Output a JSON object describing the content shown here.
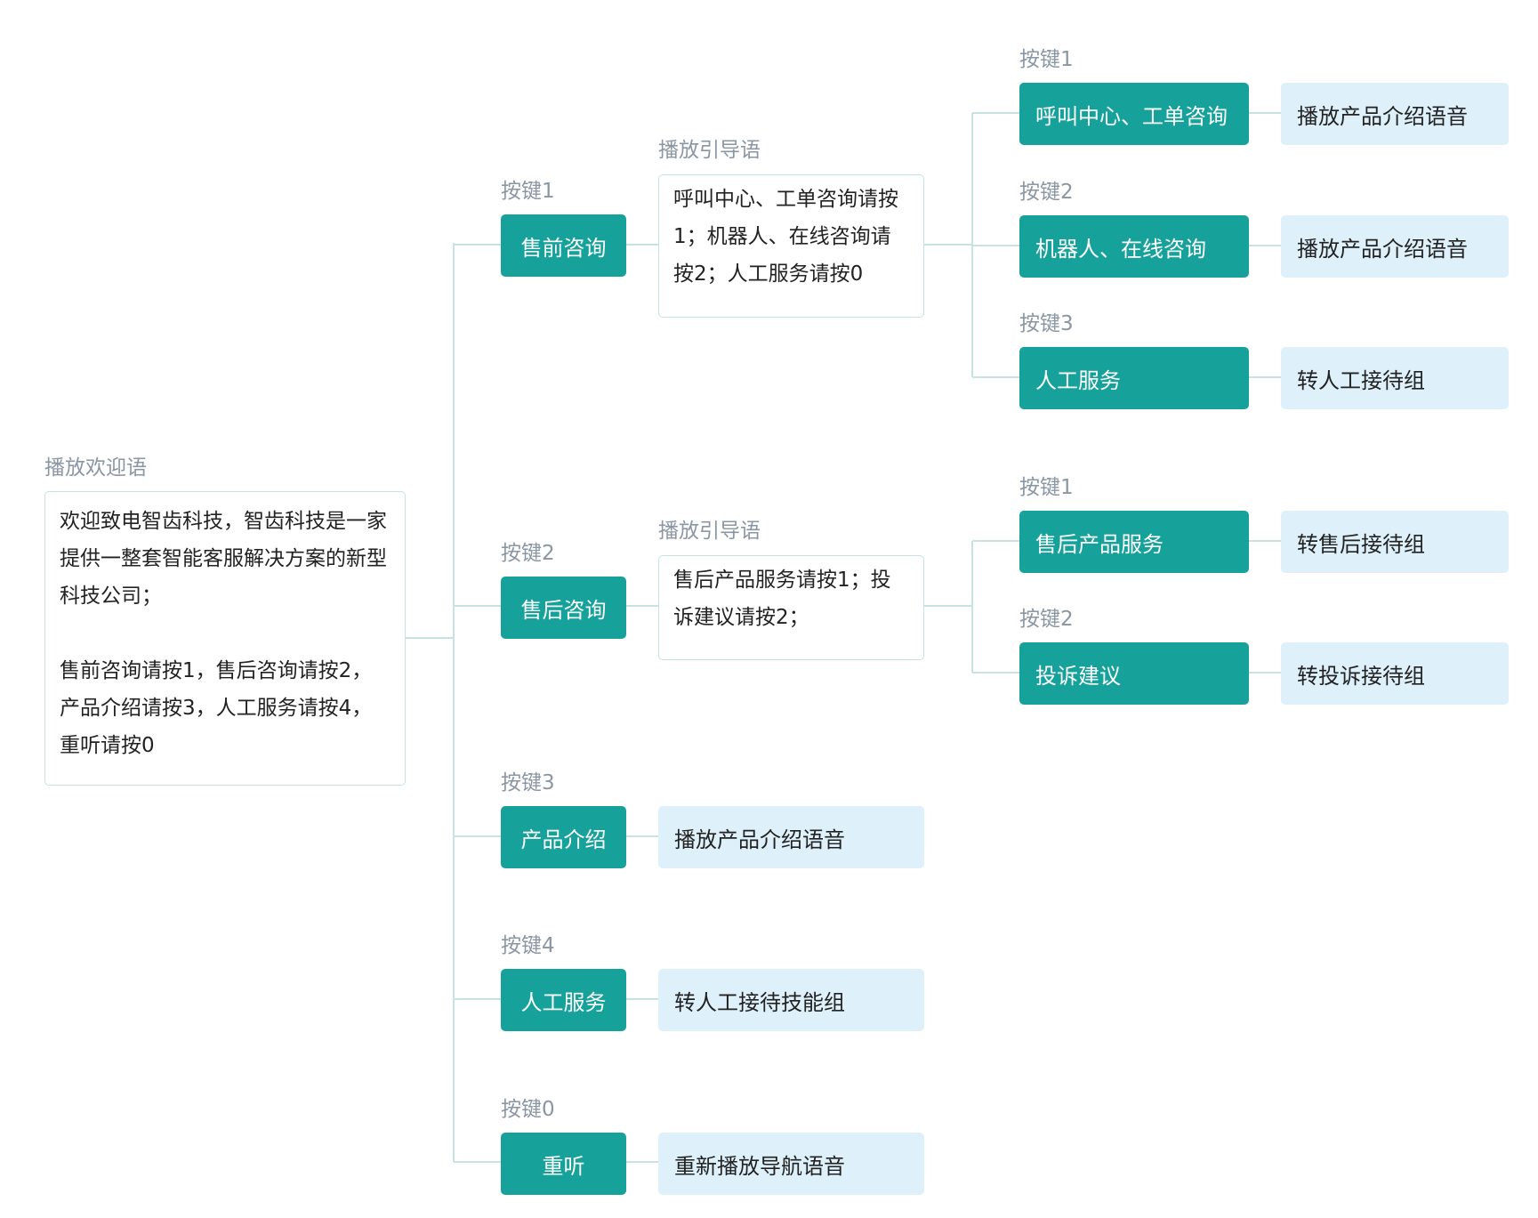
{
  "colors": {
    "key_bg": "#16a19b",
    "result_bg": "#def0f9",
    "line": "#c6e3e1",
    "label_text": "#8a96a3"
  },
  "root": {
    "label": "播放欢迎语",
    "text": "欢迎致电智齿科技，智齿科技是一家提供一整套智能客服解决方案的新型科技公司；\n\n售前咨询请按1，售后咨询请按2，产品介绍请按3，人工服务请按4，重听请按0"
  },
  "branches": [
    {
      "key_label": "按键1",
      "name": "售前咨询",
      "prompt_label": "播放引导语",
      "prompt_text": "呼叫中心、工单咨询请按1；机器人、在线咨询请按2；人工服务请按0",
      "children": [
        {
          "key_label": "按键1",
          "name": "呼叫中心、工单咨询",
          "result": "播放产品介绍语音"
        },
        {
          "key_label": "按键2",
          "name": "机器人、在线咨询",
          "result": "播放产品介绍语音"
        },
        {
          "key_label": "按键3",
          "name": "人工服务",
          "result": "转人工接待组"
        }
      ]
    },
    {
      "key_label": "按键2",
      "name": "售后咨询",
      "prompt_label": "播放引导语",
      "prompt_text": "售后产品服务请按1；投诉建议请按2；",
      "children": [
        {
          "key_label": "按键1",
          "name": "售后产品服务",
          "result": "转售后接待组"
        },
        {
          "key_label": "按键2",
          "name": "投诉建议",
          "result": "转投诉接待组"
        }
      ]
    },
    {
      "key_label": "按键3",
      "name": "产品介绍",
      "result": "播放产品介绍语音"
    },
    {
      "key_label": "按键4",
      "name": "人工服务",
      "result": "转人工接待技能组"
    },
    {
      "key_label": "按键0",
      "name": "重听",
      "result": "重新播放导航语音"
    }
  ]
}
